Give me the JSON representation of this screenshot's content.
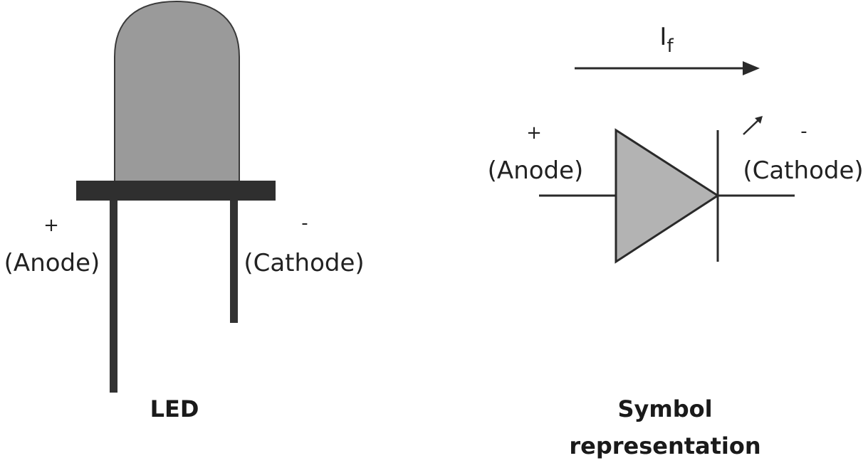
{
  "led": {
    "anode_sign": "+",
    "anode_label": "(Anode)",
    "cathode_sign": "-",
    "cathode_label": "(Cathode)",
    "caption": "LED"
  },
  "symbol": {
    "current_label": "I",
    "current_subscript": "f",
    "anode_sign": "+",
    "anode_label": "(Anode)",
    "cathode_sign": "-",
    "cathode_label": "(Cathode)",
    "caption_line1": "Symbol",
    "caption_line2": "representation"
  },
  "colors": {
    "led_body": "#9a9a9a",
    "led_rim": "#2f2f2f",
    "led_leads": "#333333",
    "triangle_fill": "#b3b3b3",
    "stroke": "#2a2a2a"
  }
}
